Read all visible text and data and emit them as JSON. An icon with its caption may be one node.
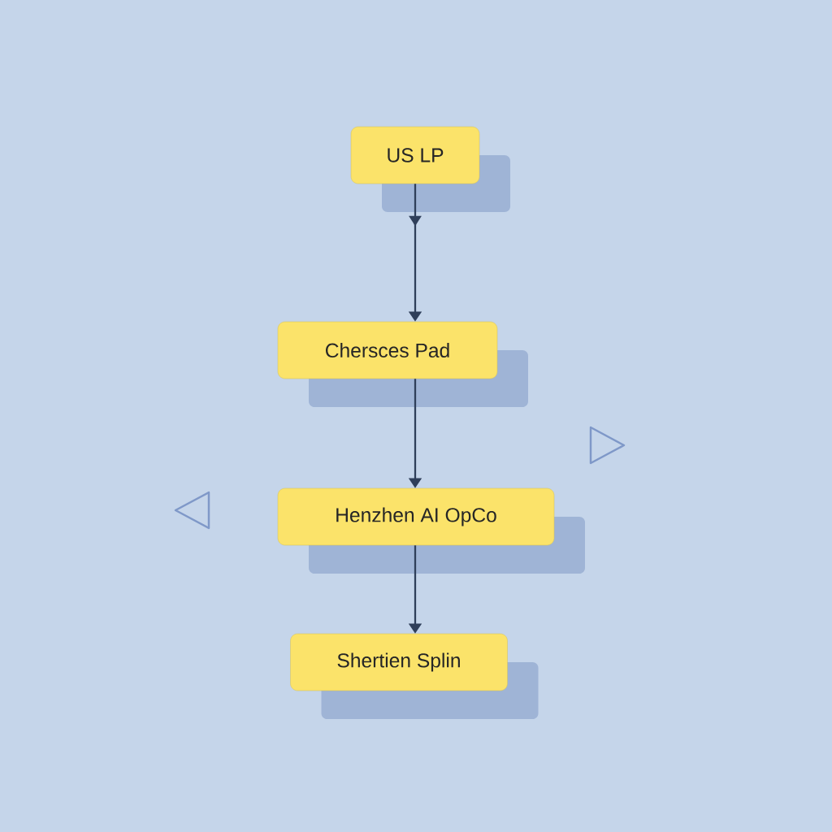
{
  "diagram": {
    "nodes": [
      {
        "text": [
          "US LP"
        ]
      },
      {
        "text": [
          "Chersces Pad"
        ]
      },
      {
        "text": [
          "Henzhen AI OpCo"
        ]
      },
      {
        "text": [
          "Shertien Splin"
        ]
      }
    ],
    "edges": [
      {
        "from": 0,
        "to": 1,
        "arrow": "to"
      },
      {
        "from": 1,
        "to": 2,
        "arrow": "to"
      },
      {
        "from": 2,
        "to": 3,
        "arrow": "to"
      }
    ]
  }
}
